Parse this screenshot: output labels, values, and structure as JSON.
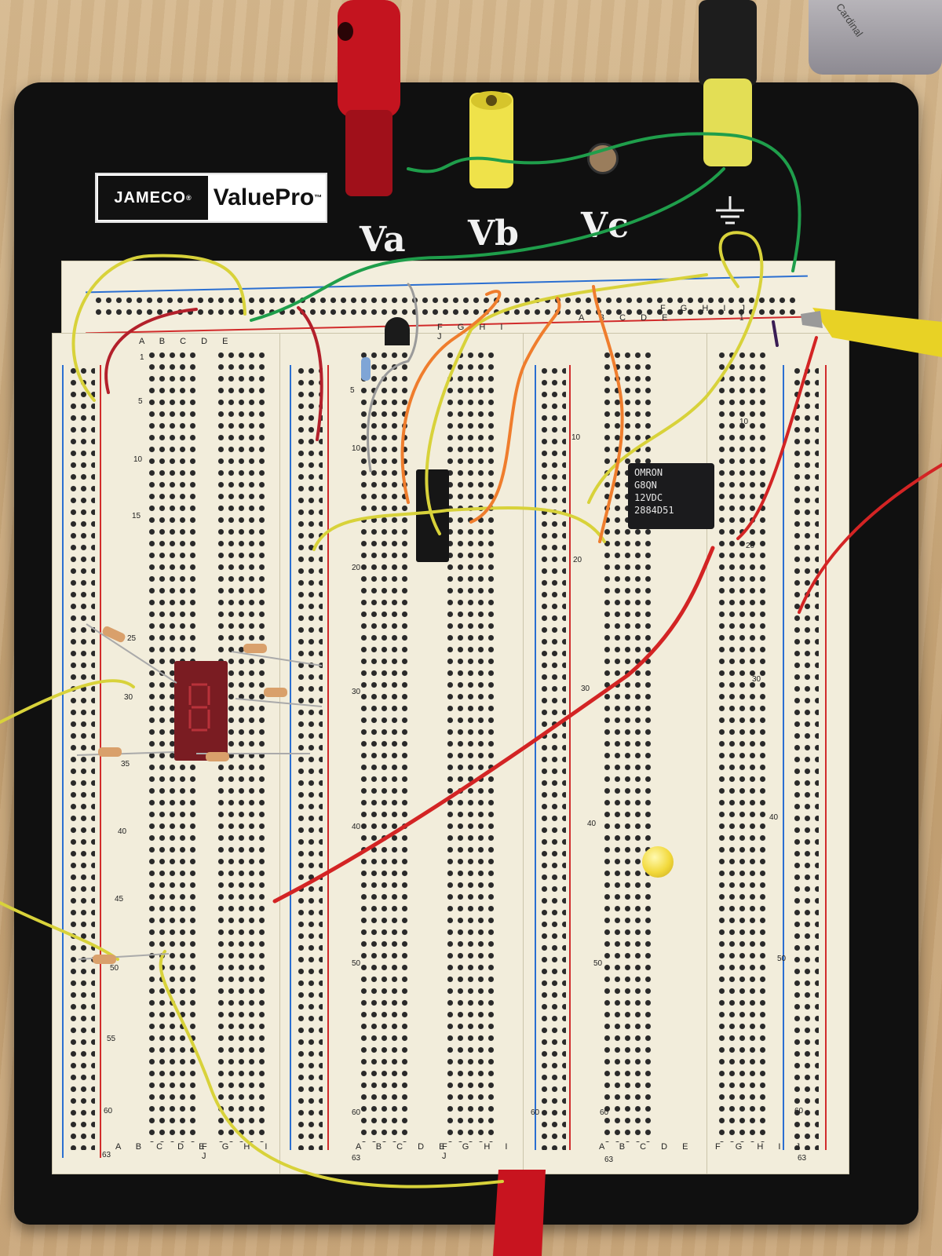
{
  "board": {
    "brand": "JAMECO",
    "brand_mark": "®",
    "product": "ValuePro",
    "product_mark": "™",
    "post_labels": [
      "Va",
      "Vb",
      "Vc"
    ]
  },
  "columns": {
    "left_group": "A B C D E",
    "right_group": "F G H I J"
  },
  "row_numbers": [
    "1",
    "5",
    "10",
    "15",
    "20",
    "25",
    "30",
    "35",
    "40",
    "45",
    "50",
    "55",
    "60",
    "63"
  ],
  "relay": {
    "line1": "OMRON",
    "line2": "G8QN",
    "line3": "12VDC",
    "line4": "2884D51"
  },
  "background_object": {
    "label": "Cardinal"
  },
  "colors": {
    "board": "#101010",
    "breadboard": "#f2eddb",
    "rail_blue": "#2b6fd1",
    "rail_red": "#d12b2b",
    "wire_yellow": "#d8d23a",
    "wire_green": "#1f9e4b",
    "wire_red": "#d32424",
    "wire_orange": "#ef7d2d",
    "post_red": "#c4141f",
    "post_yellow": "#efe24a"
  }
}
